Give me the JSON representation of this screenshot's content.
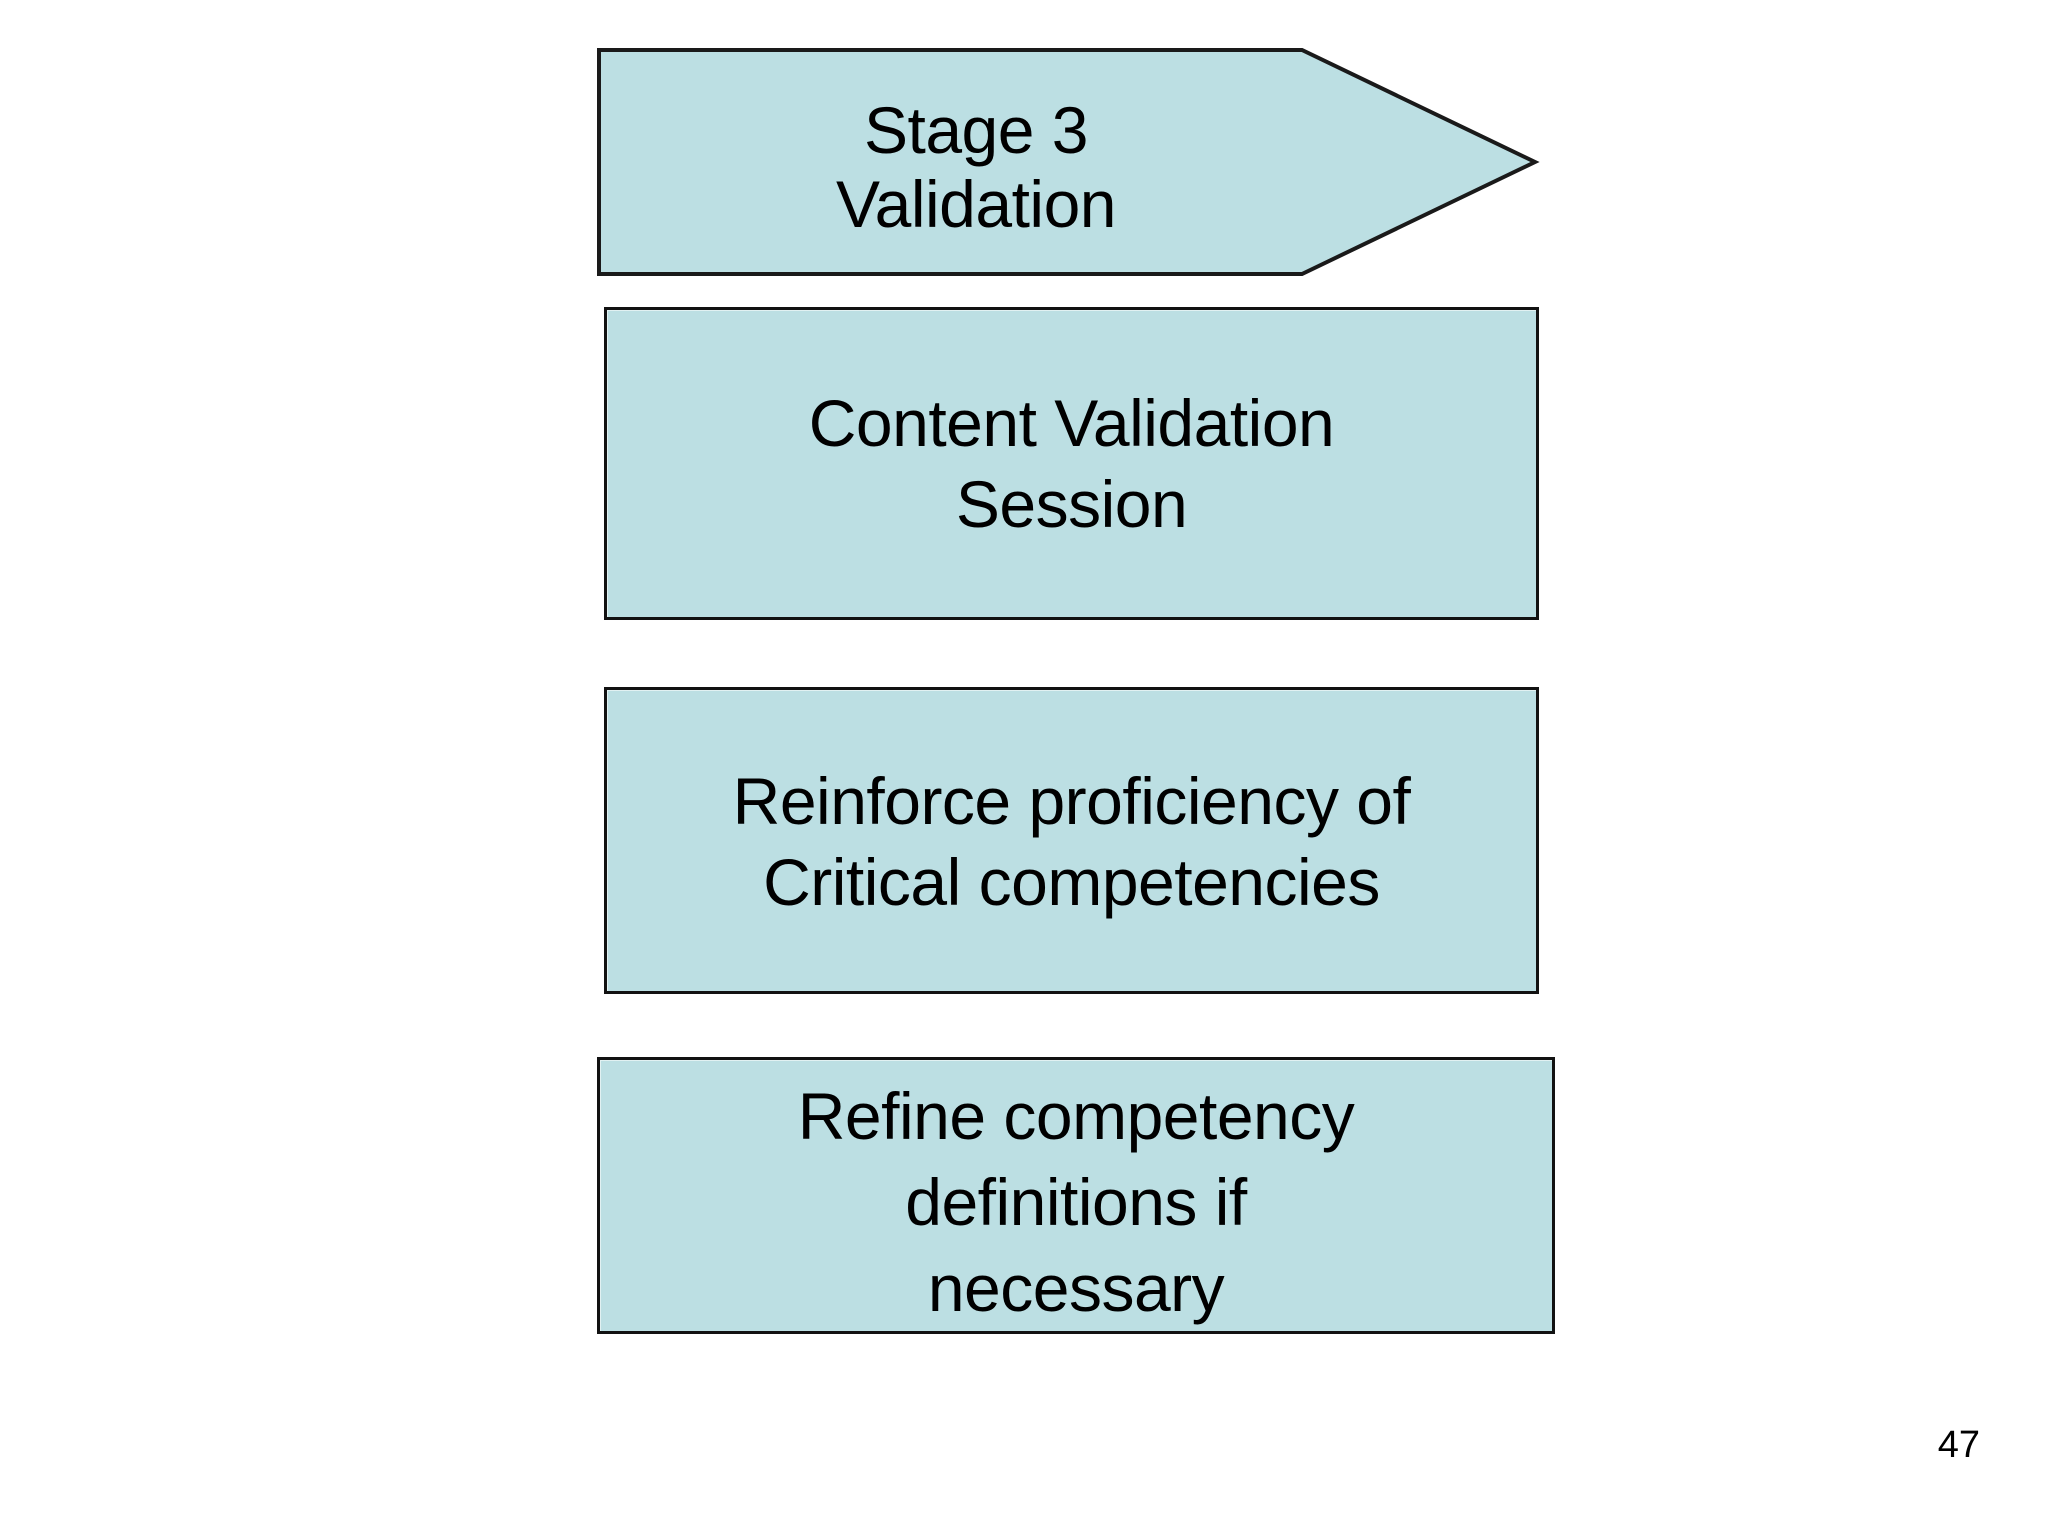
{
  "slide": {
    "background_color": "#FFFFFF",
    "shape_fill_color": "#BCDFE3",
    "shape_border_color": "#121212",
    "text_color": "#000000",
    "number": "47"
  },
  "flow": {
    "header": {
      "shape": "right-arrow-pentagon",
      "line1": "Stage 3",
      "line2": "Validation",
      "text": "Stage 3\nValidation"
    },
    "steps": [
      {
        "id": "content-validation",
        "shape": "rectangle",
        "line1": "Content Validation",
        "line2": "Session",
        "text": "Content Validation\nSession"
      },
      {
        "id": "reinforce-proficiency",
        "shape": "rectangle",
        "line1": "Reinforce proficiency of",
        "line2": "Critical competencies",
        "text": "Reinforce proficiency of\nCritical competencies"
      },
      {
        "id": "refine-definitions",
        "shape": "rectangle",
        "line1": "Refine competency",
        "line2": "definitions if",
        "line3": "necessary",
        "text": "Refine competency\ndefinitions if\nnecessary"
      }
    ]
  }
}
